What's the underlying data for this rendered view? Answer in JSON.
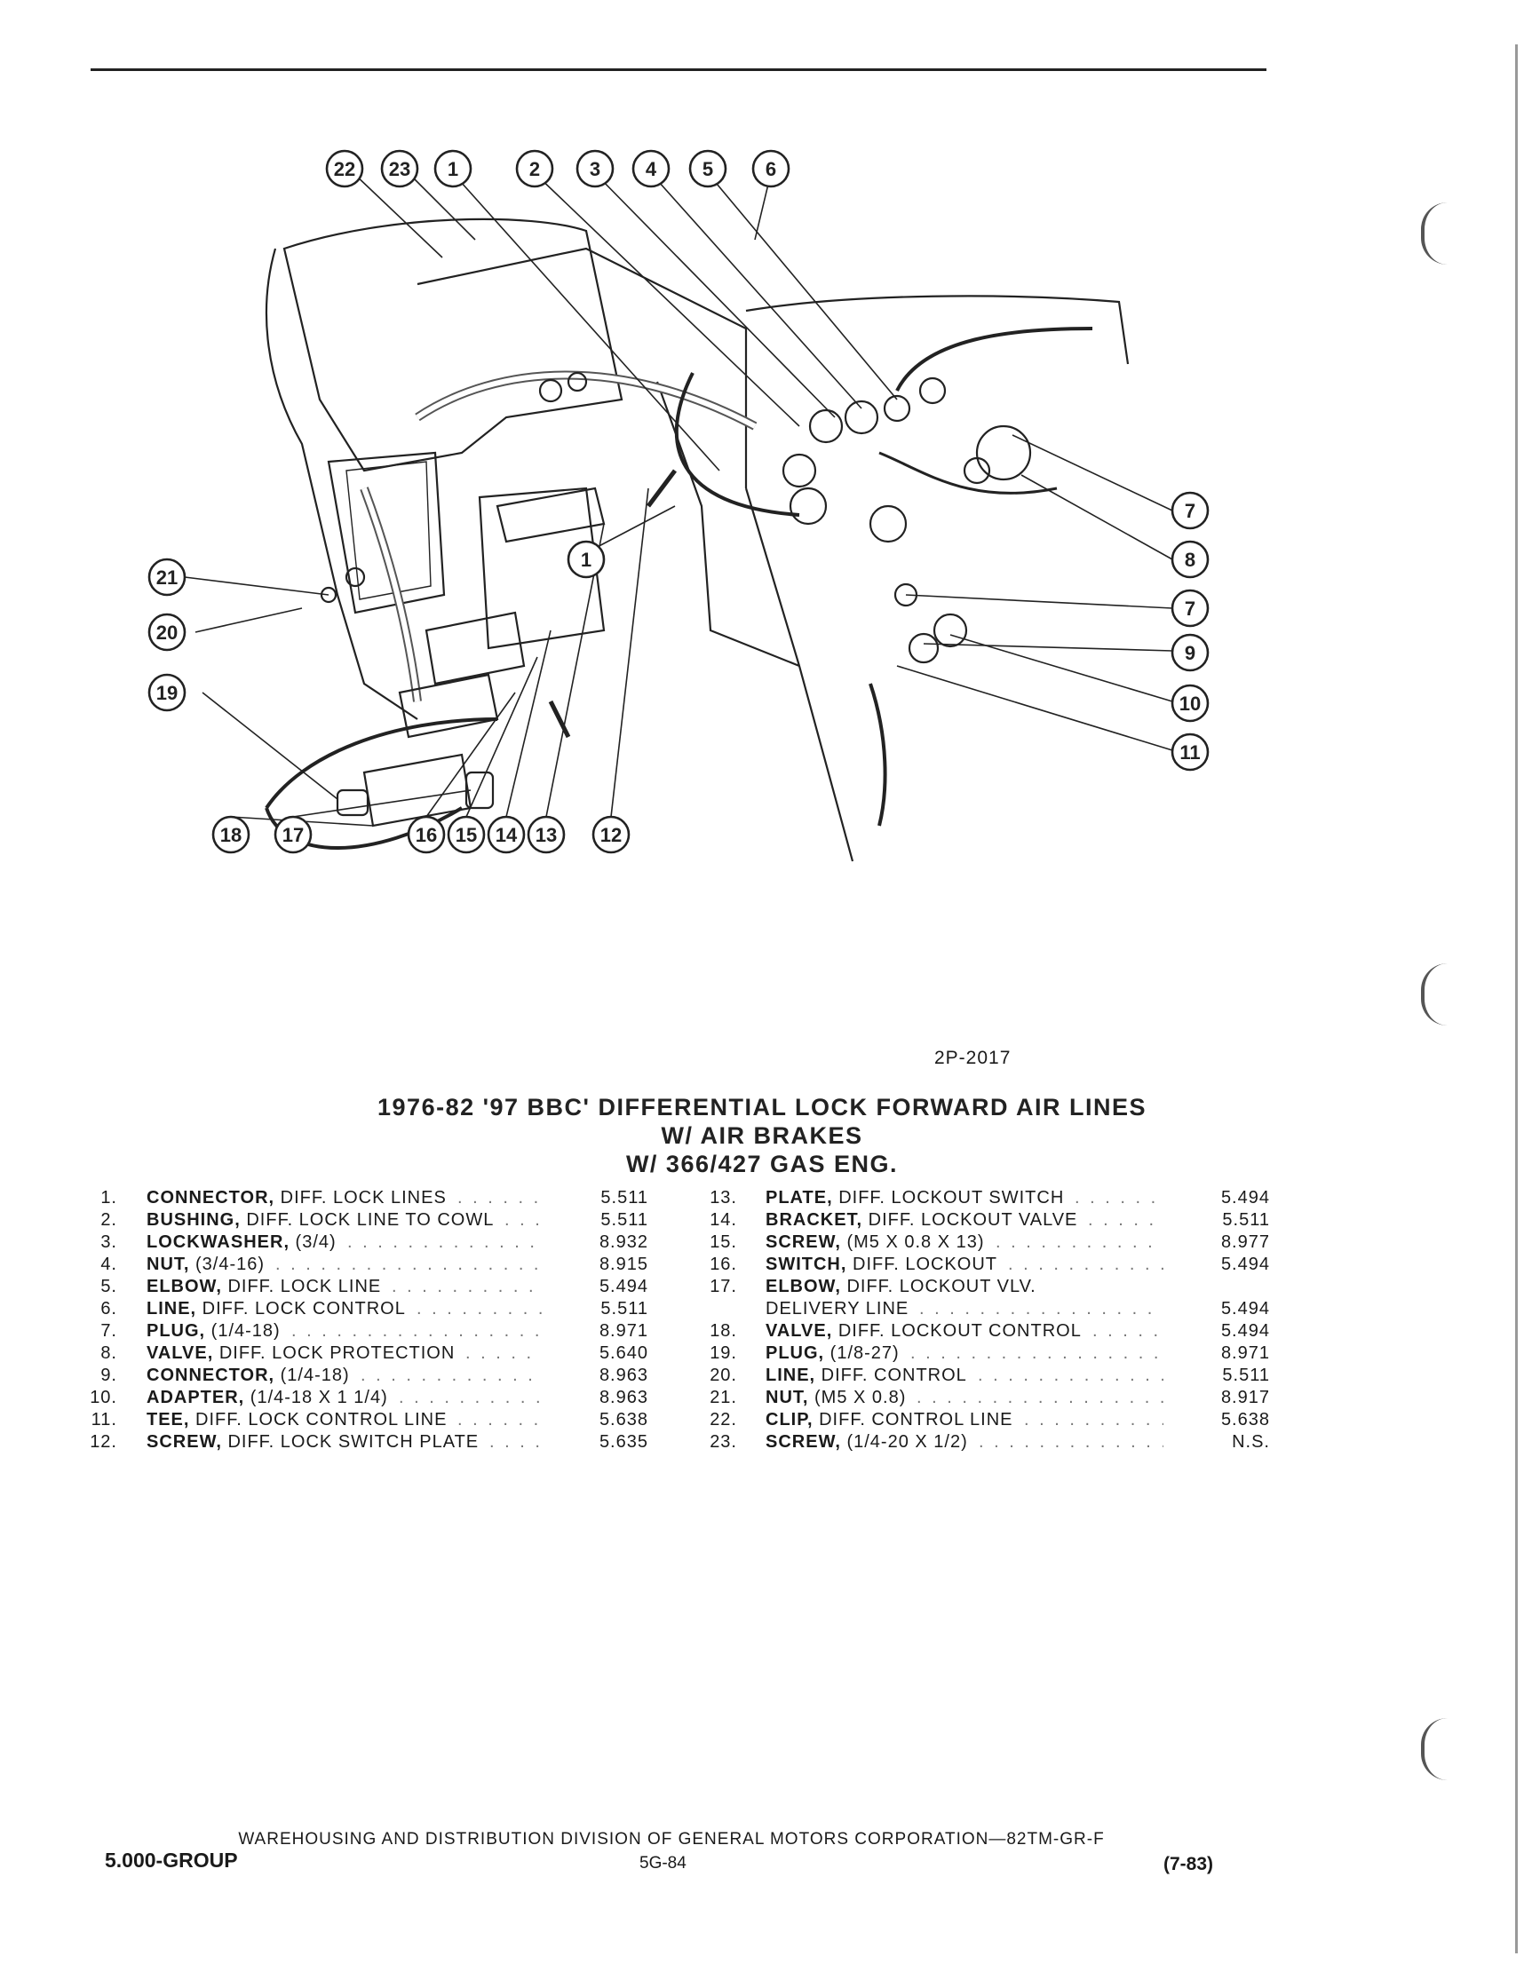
{
  "diagram": {
    "callouts_top": [
      "22",
      "23",
      "1",
      "2",
      "3",
      "4",
      "5",
      "6"
    ],
    "callouts_right": [
      "7",
      "8",
      "7",
      "9",
      "10",
      "11"
    ],
    "callouts_left": [
      "21",
      "20",
      "19"
    ],
    "callouts_bottom": [
      "18",
      "17",
      "16",
      "15",
      "14",
      "13",
      "12"
    ],
    "callout_mid": "1"
  },
  "figure_code": "2P-2017",
  "title": {
    "line1": "1976-82 '97 BBC' DIFFERENTIAL LOCK FORWARD AIR LINES",
    "line2": "W/ AIR BRAKES",
    "line3": "W/ 366/427 GAS ENG."
  },
  "parts_left": [
    {
      "num": "1.",
      "bold": "CONNECTOR,",
      "rest": " DIFF. LOCK LINES",
      "value": "5.511"
    },
    {
      "num": "2.",
      "bold": "BUSHING,",
      "rest": " DIFF. LOCK LINE TO COWL",
      "value": "5.511"
    },
    {
      "num": "3.",
      "bold": "LOCKWASHER,",
      "rest": " (3/4)",
      "value": "8.932"
    },
    {
      "num": "4.",
      "bold": "NUT,",
      "rest": " (3/4-16)",
      "value": "8.915"
    },
    {
      "num": "5.",
      "bold": "ELBOW,",
      "rest": " DIFF. LOCK LINE",
      "value": "5.494"
    },
    {
      "num": "6.",
      "bold": "LINE,",
      "rest": " DIFF. LOCK CONTROL",
      "value": "5.511"
    },
    {
      "num": "7.",
      "bold": "PLUG,",
      "rest": " (1/4-18)",
      "value": "8.971"
    },
    {
      "num": "8.",
      "bold": "VALVE,",
      "rest": " DIFF. LOCK PROTECTION",
      "value": "5.640"
    },
    {
      "num": "9.",
      "bold": "CONNECTOR,",
      "rest": " (1/4-18)",
      "value": "8.963"
    },
    {
      "num": "10.",
      "bold": "ADAPTER,",
      "rest": " (1/4-18 X 1 1/4)",
      "value": "8.963"
    },
    {
      "num": "11.",
      "bold": "TEE,",
      "rest": " DIFF. LOCK CONTROL LINE",
      "value": "5.638"
    },
    {
      "num": "12.",
      "bold": "SCREW,",
      "rest": " DIFF. LOCK SWITCH PLATE",
      "value": "5.635"
    }
  ],
  "parts_right": [
    {
      "num": "13.",
      "bold": "PLATE,",
      "rest": " DIFF. LOCKOUT SWITCH",
      "value": "5.494"
    },
    {
      "num": "14.",
      "bold": "BRACKET,",
      "rest": " DIFF. LOCKOUT VALVE",
      "value": "5.511"
    },
    {
      "num": "15.",
      "bold": "SCREW,",
      "rest": " (M5 X 0.8 X 13)",
      "value": "8.977"
    },
    {
      "num": "16.",
      "bold": "SWITCH,",
      "rest": " DIFF. LOCKOUT",
      "value": "5.494"
    },
    {
      "num": "17.",
      "bold": "ELBOW,",
      "rest": " DIFF. LOCKOUT VLV.",
      "value": ""
    },
    {
      "num": "",
      "bold": "",
      "rest": "DELIVERY LINE",
      "value": "5.494"
    },
    {
      "num": "18.",
      "bold": "VALVE,",
      "rest": " DIFF. LOCKOUT CONTROL",
      "value": "5.494"
    },
    {
      "num": "19.",
      "bold": "PLUG,",
      "rest": " (1/8-27)",
      "value": "8.971"
    },
    {
      "num": "20.",
      "bold": "LINE,",
      "rest": " DIFF. CONTROL",
      "value": "5.511"
    },
    {
      "num": "21.",
      "bold": "NUT,",
      "rest": " (M5 X 0.8)",
      "value": "8.917"
    },
    {
      "num": "22.",
      "bold": "CLIP,",
      "rest": " DIFF. CONTROL LINE",
      "value": "5.638"
    },
    {
      "num": "23.",
      "bold": "SCREW,",
      "rest": " (1/4-20 X 1/2)",
      "value": "N.S."
    }
  ],
  "footer": {
    "division": "WAREHOUSING AND DISTRIBUTION DIVISION OF GENERAL MOTORS CORPORATION—82TM-GR-F",
    "group": "5.000-GROUP",
    "page": "5G-84",
    "date": "(7-83)"
  }
}
